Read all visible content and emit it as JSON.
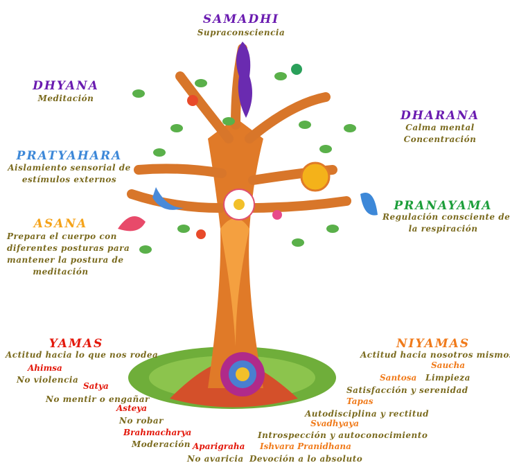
{
  "colors": {
    "purple": "#6a1bb0",
    "blue": "#3d88d8",
    "green": "#1c9e3a",
    "orange": "#f5a31a",
    "red": "#e3170a",
    "olive": "#7a6a1e",
    "trunk": "#e07a28"
  },
  "samadhi": {
    "title": "SAMADHI",
    "desc": "Supraconsciencia"
  },
  "dhyana": {
    "title": "DHYANA",
    "desc": "Meditación"
  },
  "dharana": {
    "title": "DHARANA",
    "desc1": "Calma mental",
    "desc2": "Concentración"
  },
  "pratyahara": {
    "title": "PRATYAHARA",
    "desc1": "Aislamiento sensorial de",
    "desc2": "estímulos externos"
  },
  "pranayama": {
    "title": "PRANAYAMA",
    "desc1": "Regulación consciente de",
    "desc2": "la respiración"
  },
  "asana": {
    "title": "ASANA",
    "desc1": "Prepara el cuerpo con",
    "desc2": "diferentes posturas para",
    "desc3": "mantener la postura de",
    "desc4": "meditación"
  },
  "yamas": {
    "title": "YAMAS",
    "desc": "Actitud hacia lo que nos rodea",
    "items": [
      {
        "name": "Ahimsa",
        "meaning": "No violencia"
      },
      {
        "name": "Satya",
        "meaning": "No mentir o engañar"
      },
      {
        "name": "Asteya",
        "meaning": "No robar"
      },
      {
        "name": "Brahmacharya",
        "meaning": "Moderación"
      },
      {
        "name": "Aparigraha",
        "meaning": "No avaricia"
      }
    ]
  },
  "niyamas": {
    "title": "NIYAMAS",
    "desc": "Actitud hacia nosotros mismos",
    "items": [
      {
        "name": "Saucha",
        "meaning": "Limpieza"
      },
      {
        "name": "Santosa",
        "meaning": "Satisfacción y serenidad"
      },
      {
        "name": "Tapas",
        "meaning": "Autodisciplina y rectitud"
      },
      {
        "name": "Svadhyaya",
        "meaning": "Introspección y autoconocimiento"
      },
      {
        "name": "Ishvara Pranidhana",
        "meaning": "Devoción a lo absoluto"
      }
    ]
  }
}
